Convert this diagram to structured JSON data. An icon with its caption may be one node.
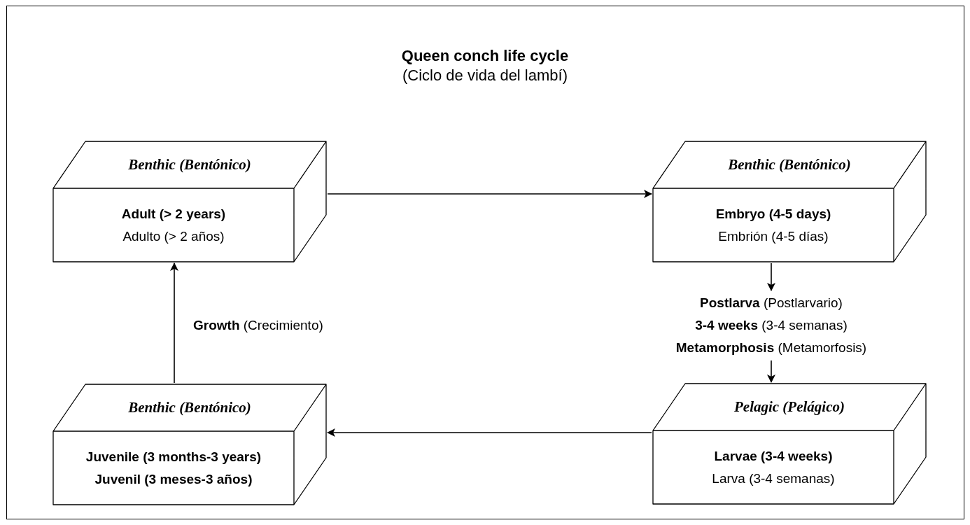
{
  "diagram": {
    "title": "Queen conch life cycle",
    "nodes": [
      {
        "text": [
          "Benthic (Bentónico)",
          "Adult (> 2 years)",
          "Adulto (> 2 años)"
        ]
      },
      {
        "text": [
          "Benthic (Bentónico)",
          "Embryo (4-5 days)",
          "Embrión (4-5 días)"
        ]
      },
      {
        "text": [
          "**Postlarva** (Postlarvario)",
          "**3-4 weeks** (3-4 semanas)",
          "**Metamorphosis** (Metamorfosis)"
        ]
      },
      {
        "text": [
          "Benthic (Bentónico)",
          "Juvenile (3 months-3 years)",
          "Juvenil (3 meses-3 años)"
        ]
      },
      {
        "text": [
          "Pelagic (Pelágico)",
          "Larvae (3-4 weeks)",
          "Larva (3-4 semanas)"
        ]
      }
    ],
    "edges": [
      {
        "from": 0,
        "to": 1,
        "arrow": "to"
      },
      {
        "from": 1,
        "to": 2,
        "arrow": "to"
      },
      {
        "from": 2,
        "to": 4,
        "arrow": "to"
      },
      {
        "from": 4,
        "to": 3,
        "arrow": "to"
      },
      {
        "from": 3,
        "to": 0,
        "arrow": "to",
        "label": "**Growth** (Crecimiento)"
      }
    ],
    "labels": [
      "(Ciclo de vida del lambí)"
    ]
  }
}
